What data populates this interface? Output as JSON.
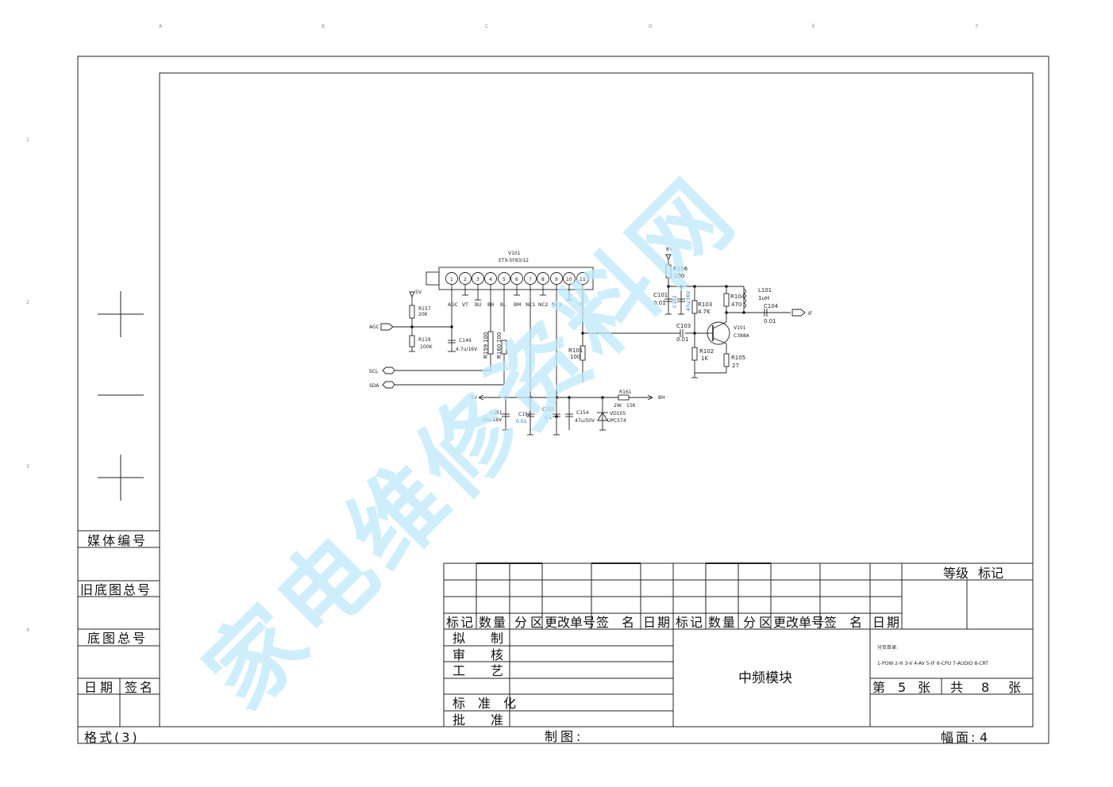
{
  "grid": {
    "columns": [
      "A",
      "B",
      "C",
      "D",
      "E",
      "F"
    ],
    "rows": [
      "1",
      "2",
      "3",
      "4"
    ]
  },
  "left_block": {
    "media_no": "媒体编号",
    "old_drawing_total": "旧底图总号",
    "drawing_total": "底图总号",
    "date": "日期",
    "signature": "签名",
    "format": "格式(3)"
  },
  "title_block": {
    "rev_headers": [
      "标记",
      "数量",
      "分区",
      "更改单号",
      "签　名",
      "日期",
      "标记",
      "数量",
      "分区",
      "更改单号",
      "签　名",
      "日期"
    ],
    "roles": [
      "拟　　制",
      "审　　核",
      "工　　艺",
      "标　准　化",
      "批　　准"
    ],
    "grade": "等级",
    "mark": "标记",
    "title": "中频模块",
    "index_label": "分页目录:",
    "index_items": "1-POW  2-H  3-V  4-AV  5-IF  6-CPU  7-AUDIO  8-CRT",
    "sheet_prefix": "第",
    "sheet_no": "5",
    "sheet_unit": "张",
    "total_prefix": "共",
    "total_no": "8",
    "total_unit": "张",
    "drawn_by": "制图:",
    "page_format": "幅面:",
    "page_format_value": "4"
  },
  "watermark": "家电维修资料网",
  "circuit": {
    "module_ref": "V101",
    "module_part": "ETX-5F83/12",
    "pins": [
      "1",
      "2",
      "3",
      "4",
      "5",
      "6",
      "7",
      "8",
      "9",
      "10",
      "11"
    ],
    "pin_names": [
      "AGC",
      "VT",
      "BU",
      "BH",
      "BL",
      "BM",
      "NC1",
      "NC2",
      "NC3",
      "",
      "IF"
    ],
    "ports": {
      "agc": "AGC",
      "scl": "SCL",
      "sda": "SDA",
      "plus5v": "5V",
      "bv": "BV",
      "bh": "BH",
      "if_out": "IF",
      "vcc5": "5V",
      "vcc8": "8V"
    },
    "components": {
      "r157": {
        "ref": "R157",
        "value": "20K"
      },
      "r119": {
        "ref": "R119",
        "value": "100K"
      },
      "c149": {
        "ref": "C149",
        "value": "4.7u/16V"
      },
      "r159": {
        "ref": "R159",
        "value": "100"
      },
      "r160": {
        "ref": "R160",
        "value": "100"
      },
      "r101": {
        "ref": "R101",
        "value": "100"
      },
      "c151": {
        "ref": "C151",
        "value": "10u/16V"
      },
      "c152": {
        "ref": "C152",
        "value": "0.01"
      },
      "c153": {
        "ref": "C153",
        "value": "0.1"
      },
      "c154": {
        "ref": "C154",
        "value": "47u/50V"
      },
      "vd105": {
        "ref": "VD105",
        "value": "UPC574"
      },
      "r161": {
        "ref": "R161",
        "value": "15K",
        "extra": "2W"
      },
      "r106": {
        "ref": "R106",
        "value": "100"
      },
      "c101": {
        "ref": "C101",
        "value": "0.01"
      },
      "c102": {
        "ref": "C102",
        "value": "47u/16V"
      },
      "r103": {
        "ref": "R103",
        "value": "4.7K"
      },
      "c103": {
        "ref": "C103",
        "value": "0.01"
      },
      "r102": {
        "ref": "R102",
        "value": "1K"
      },
      "v101": {
        "ref": "V101",
        "value": "C388A"
      },
      "r104": {
        "ref": "R104",
        "value": "470"
      },
      "l101": {
        "ref": "L101",
        "value": "1uH"
      },
      "c104": {
        "ref": "C104",
        "value": "0.01"
      },
      "r105": {
        "ref": "R105",
        "value": "27"
      }
    }
  }
}
